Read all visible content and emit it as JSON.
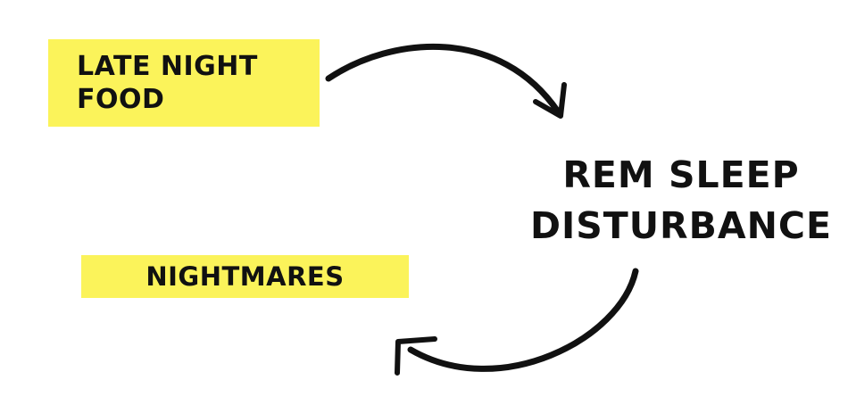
{
  "nodes": {
    "late_night_food": {
      "line1": "LATE NIGHT",
      "line2": "FOOD"
    },
    "rem_sleep_disturbance": {
      "line1": "REM SLEEP",
      "line2": "DISTURBANCE"
    },
    "nightmares": {
      "label": "NIGHTMARES"
    }
  },
  "colors": {
    "box_fill": "#fbf35a",
    "text": "#111111",
    "arrow": "#111111"
  },
  "edges": [
    {
      "from": "late_night_food",
      "to": "rem_sleep_disturbance"
    },
    {
      "from": "rem_sleep_disturbance",
      "to": "nightmares"
    }
  ]
}
